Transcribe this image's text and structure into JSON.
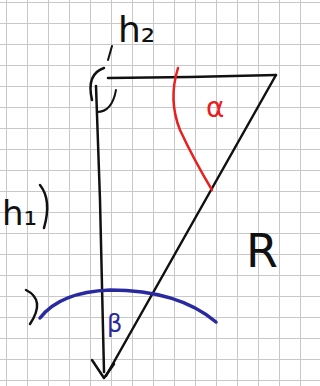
{
  "diagram": {
    "labels": [
      "h₂",
      "α",
      "h₁",
      "R",
      "β"
    ]
  }
}
